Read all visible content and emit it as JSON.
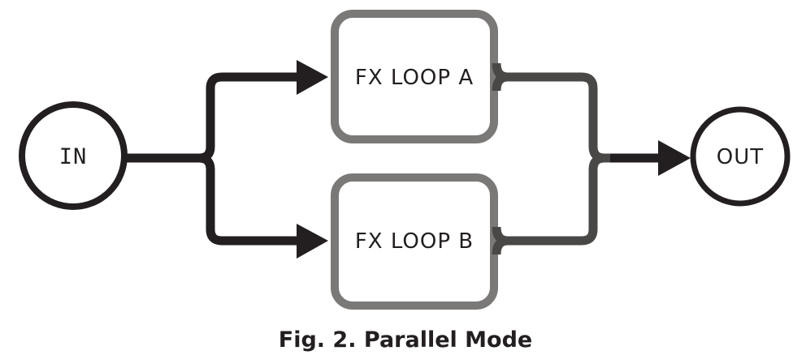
{
  "figure": {
    "caption": "Fig. 2. Parallel Mode",
    "nodes": {
      "input": {
        "label": "IN"
      },
      "output": {
        "label": "OUT"
      },
      "fx_loop_a": {
        "label": "FX LOOP A"
      },
      "fx_loop_b": {
        "label": "FX LOOP B"
      }
    },
    "colors": {
      "line_black": "#231f20",
      "box_border": "#7b7878",
      "connector": "#4a4846",
      "background": "#ffffff"
    }
  }
}
